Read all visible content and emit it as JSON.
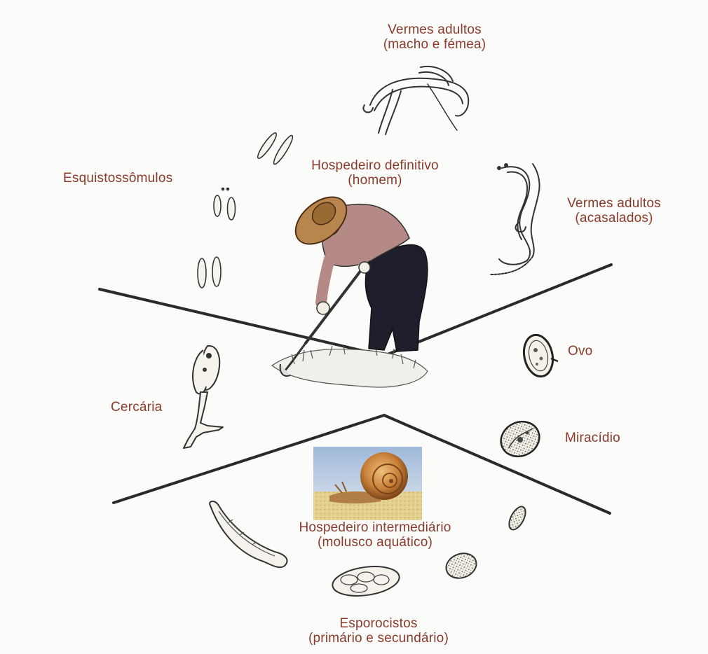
{
  "labels": {
    "adult_worms_pair": {
      "line1": "Vermes adultos",
      "line2": "(macho e fémea)"
    },
    "definitive_host": {
      "line1": "Hospedeiro definitivo",
      "line2": "(homem)"
    },
    "schistosomula": "Esquistossômulos",
    "adult_worms_mated": {
      "line1": "Vermes adultos",
      "line2": "(acasalados)"
    },
    "egg": "Ovo",
    "miracidium": "Miracídio",
    "cercaria": "Cercária",
    "intermediate_host": {
      "line1": "Hospedeiro intermediário",
      "line2": "(molusco aquático)"
    },
    "sporocysts": {
      "line1": "Esporocistos",
      "line2": "(primário e secundário)"
    }
  },
  "colors": {
    "label_text": "#8a3a2a",
    "divider_line": "#2a2a2a",
    "hat": "#b8854e",
    "shirt": "#b58a86",
    "trousers": "#1e1e2c",
    "snail_shell": "#c9803a",
    "photo_sand": "#e3cf8e",
    "photo_sky": "#9fb9d9"
  },
  "icons": [
    "adult-worm-pair-icon",
    "schistosomula-icon",
    "farmer-figure-icon",
    "mated-worms-icon",
    "egg-icon",
    "miracidium-icon",
    "cercaria-icon",
    "snail-photo-icon",
    "sporocyst-icon"
  ]
}
